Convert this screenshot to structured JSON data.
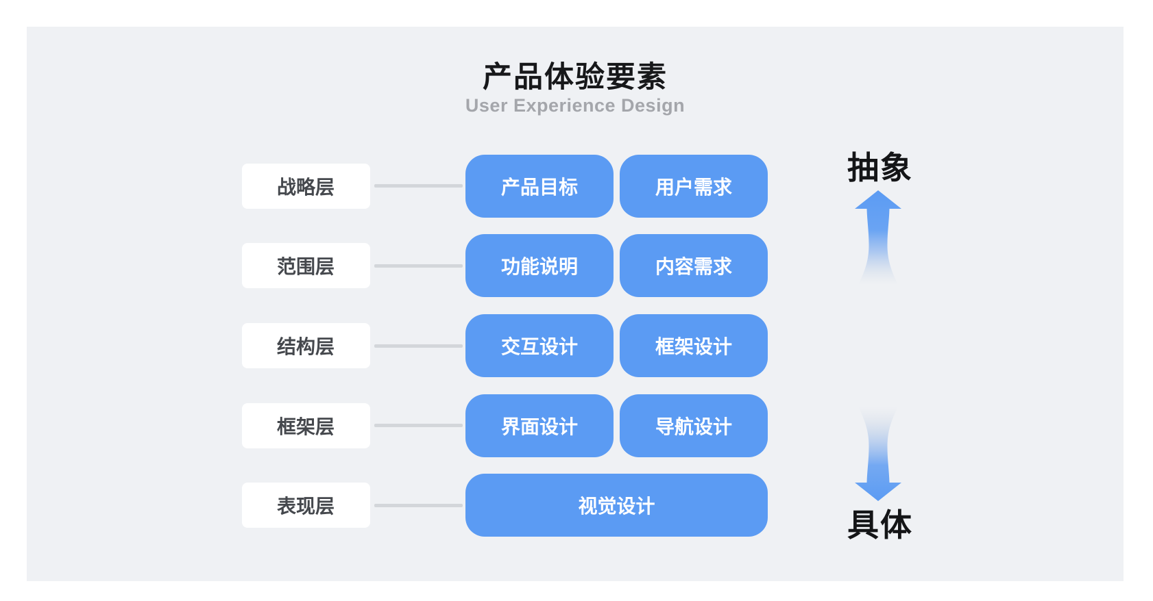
{
  "title": "产品体验要素",
  "subtitle": "User Experience Design",
  "rows": [
    {
      "label": "战略层",
      "items": [
        "产品目标",
        "用户需求"
      ]
    },
    {
      "label": "范围层",
      "items": [
        "功能说明",
        "内容需求"
      ]
    },
    {
      "label": "结构层",
      "items": [
        "交互设计",
        "框架设计"
      ]
    },
    {
      "label": "框架层",
      "items": [
        "界面设计",
        "导航设计"
      ]
    },
    {
      "label": "表现层",
      "items": [
        "视觉设计"
      ]
    }
  ],
  "axis": {
    "top_label": "抽象",
    "bottom_label": "具体"
  },
  "colors": {
    "panel_bg": "#EFF1F4",
    "box_blue": "#5B9BF3",
    "connector_gray": "#D3D6DA",
    "label_text": "#45484D",
    "subtitle_text": "#A4A6AB"
  }
}
